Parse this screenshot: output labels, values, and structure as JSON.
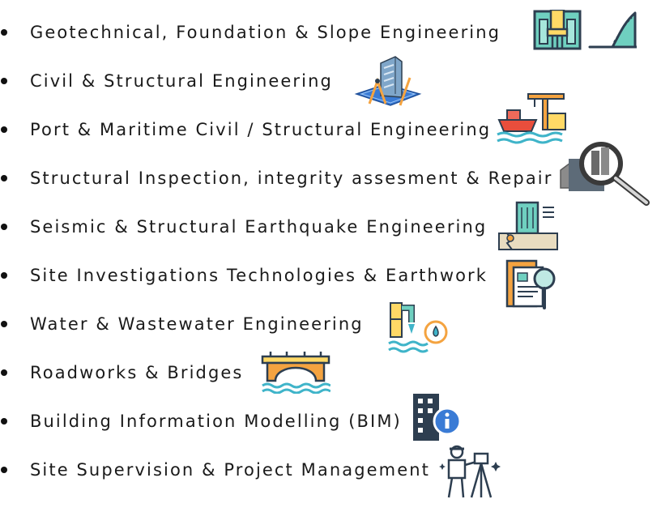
{
  "services": [
    {
      "label": "Geotechnical, Foundation & Slope Engineering",
      "icon": "foundation-pile-icon",
      "icon2": "slope-icon"
    },
    {
      "label": "Civil & Structural Engineering",
      "icon": "building-blueprint-icon"
    },
    {
      "label": "Port & Maritime Civil / Structural Engineering",
      "icon": "port-ship-crane-icon"
    },
    {
      "label": "Structural Inspection, integrity assesment & Repair",
      "icon": "building-magnifier-icon"
    },
    {
      "label": "Seismic & Structural Earthquake Engineering",
      "icon": "earthquake-building-icon"
    },
    {
      "label": "Site Investigations Technologies & Earthwork",
      "icon": "document-magnifier-icon"
    },
    {
      "label": "Water & Wastewater Engineering",
      "icon": "water-pipe-icon"
    },
    {
      "label": "Roadworks & Bridges",
      "icon": "bridge-icon"
    },
    {
      "label": "Building Information Modelling (BIM)",
      "icon": "building-info-icon"
    },
    {
      "label": "Site Supervision & Project Management",
      "icon": "surveyor-icon"
    }
  ],
  "colors": {
    "teal": "#6fd0c0",
    "yellow": "#ffd966",
    "navy": "#2d3e50",
    "blue": "#4a90d9",
    "orange": "#f4a340"
  }
}
